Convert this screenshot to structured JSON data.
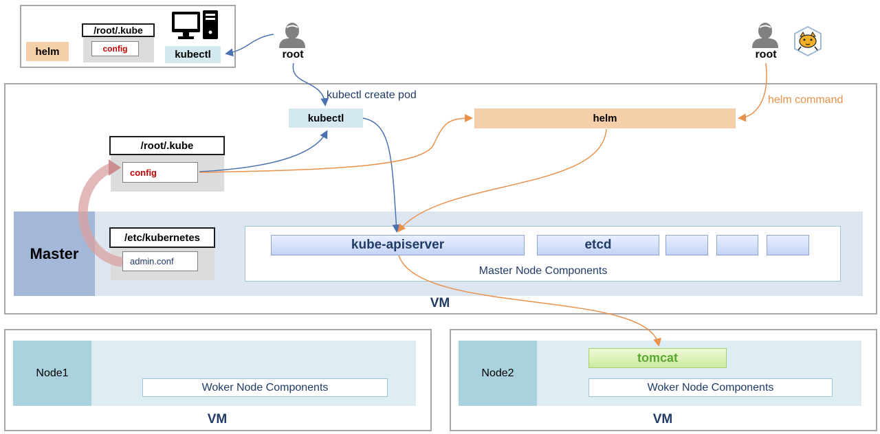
{
  "client": {
    "helm_label": "helm",
    "kube_dir": "/root/.kube",
    "config_file": "config",
    "kubectl_label": "kubectl",
    "root_user": "root"
  },
  "admin": {
    "root_user": "root"
  },
  "master_vm": {
    "vm_label": "VM",
    "kubectl_label": "kubectl",
    "helm_label": "helm",
    "kube_dir": "/root/.kube",
    "config_file": "config",
    "k8s_dir": "/etc/kubernetes",
    "admin_conf": "admin.conf",
    "master_label": "Master",
    "apiserver_label": "kube-apiserver",
    "etcd_label": "etcd",
    "components_label": "Master Node Components"
  },
  "annotations": {
    "kubectl_create": "kubectl create pod",
    "helm_command": "helm command"
  },
  "node1_vm": {
    "node_label": "Node1",
    "components_label": "Woker Node Components",
    "vm_label": "VM"
  },
  "node2_vm": {
    "node_label": "Node2",
    "tomcat_label": "tomcat",
    "components_label": "Woker Node Components",
    "vm_label": "VM"
  },
  "colors": {
    "kubectl_flow": "#4a72b0",
    "helm_flow": "#e8914a",
    "kubectl_box": "#d4e8f0",
    "helm_box": "#f4cfa9",
    "master_block": "#a3b8d8",
    "master_zone": "#dde5f0",
    "node_block": "#a9d2de",
    "node_zone": "#ddedf2",
    "tomcat_box": "#d9f0b0",
    "tomcat_text": "#5aa832"
  },
  "icons": [
    "user-icon",
    "computer-icon",
    "tomcat-logo-icon"
  ]
}
